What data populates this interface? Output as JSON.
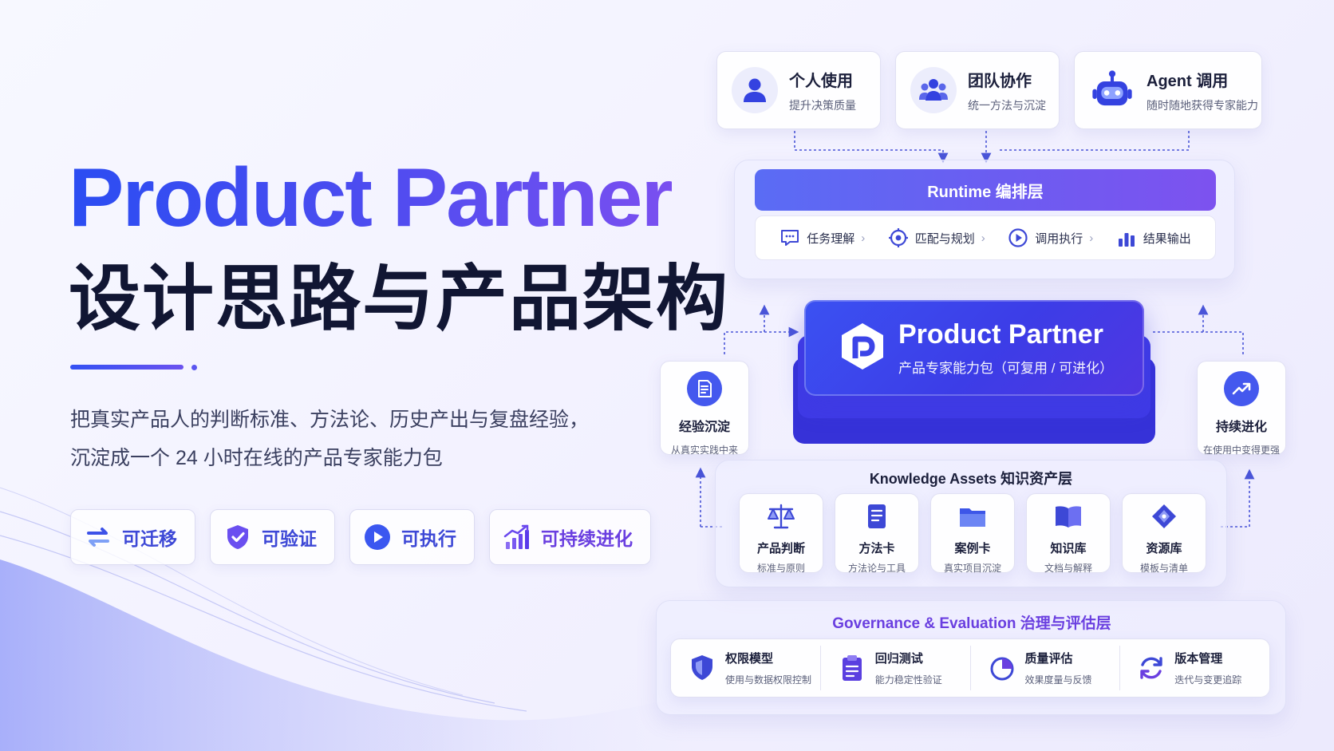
{
  "hero": {
    "title": "Product Partner",
    "subtitle": "设计思路与产品架构",
    "desc_line1": "把真实产品人的判断标准、方法论、历史产出与复盘经验，",
    "desc_line2": "沉淀成一个 24 小时在线的产品专家能力包"
  },
  "badges": [
    {
      "label": "可迁移",
      "icon": "transfer-arrows-icon"
    },
    {
      "label": "可验证",
      "icon": "shield-check-icon"
    },
    {
      "label": "可执行",
      "icon": "play-icon"
    },
    {
      "label": "可持续进化",
      "icon": "growth-chart-icon"
    }
  ],
  "users": [
    {
      "title": "个人使用",
      "sub": "提升决策质量",
      "icon": "person-icon"
    },
    {
      "title": "团队协作",
      "sub": "统一方法与沉淀",
      "icon": "team-icon"
    },
    {
      "title": "Agent 调用",
      "sub": "随时随地获得专家能力",
      "icon": "robot-icon"
    }
  ],
  "runtime": {
    "title": "Runtime 编排层",
    "steps": [
      {
        "label": "任务理解",
        "icon": "chat-icon"
      },
      {
        "label": "匹配与规划",
        "icon": "target-icon"
      },
      {
        "label": "调用执行",
        "icon": "play-circle-icon"
      },
      {
        "label": "结果输出",
        "icon": "bar-chart-icon"
      }
    ],
    "separator": "›"
  },
  "core": {
    "title": "Product Partner",
    "sub": "产品专家能力包（可复用 / 可进化）"
  },
  "side": {
    "left": {
      "title": "经验沉淀",
      "sub": "从真实实践中来",
      "icon": "document-icon"
    },
    "right": {
      "title": "持续进化",
      "sub": "在使用中变得更强",
      "icon": "trend-up-icon"
    }
  },
  "knowledge": {
    "title": "Knowledge Assets 知识资产层",
    "items": [
      {
        "title": "产品判断",
        "sub": "标准与原则",
        "icon": "scale-icon"
      },
      {
        "title": "方法卡",
        "sub": "方法论与工具",
        "icon": "card-icon"
      },
      {
        "title": "案例卡",
        "sub": "真实项目沉淀",
        "icon": "folder-icon"
      },
      {
        "title": "知识库",
        "sub": "文档与解释",
        "icon": "book-icon"
      },
      {
        "title": "资源库",
        "sub": "模板与清单",
        "icon": "tag-icon"
      }
    ]
  },
  "governance": {
    "title": "Governance & Evaluation 治理与评估层",
    "items": [
      {
        "title": "权限模型",
        "sub": "使用与数据权限控制",
        "icon": "shield-icon"
      },
      {
        "title": "回归测试",
        "sub": "能力稳定性验证",
        "icon": "clipboard-icon"
      },
      {
        "title": "质量评估",
        "sub": "效果度量与反馈",
        "icon": "pie-chart-icon"
      },
      {
        "title": "版本管理",
        "sub": "迭代与变更追踪",
        "icon": "refresh-icon"
      }
    ]
  },
  "colors": {
    "primary": "#3d48d6",
    "accent_purple": "#6a3fe0",
    "core_blue": "#3c3de7",
    "text_dark": "#1b1f3b"
  }
}
